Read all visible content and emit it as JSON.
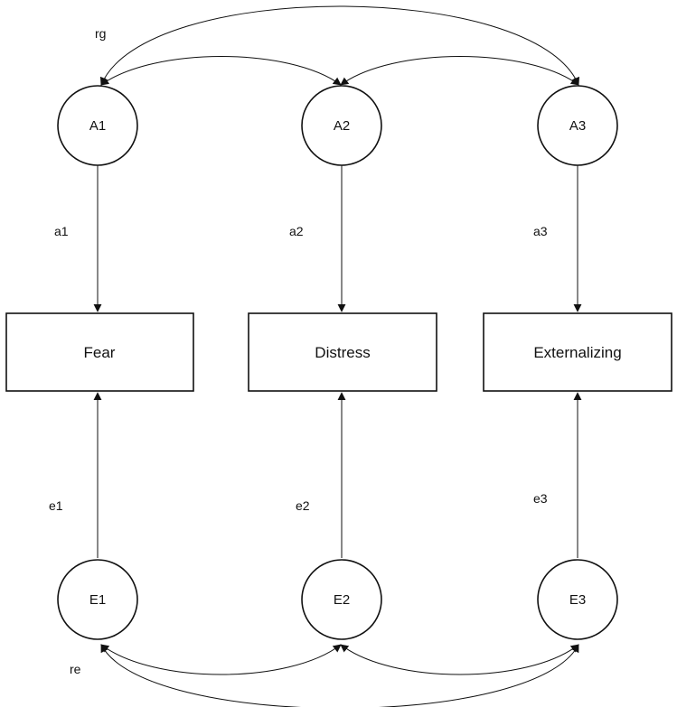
{
  "latent_nodes": [
    {
      "id": "A1",
      "label": "A1"
    },
    {
      "id": "A2",
      "label": "A2"
    },
    {
      "id": "A3",
      "label": "A3"
    }
  ],
  "error_nodes": [
    {
      "id": "E1",
      "label": "E1"
    },
    {
      "id": "E2",
      "label": "E2"
    },
    {
      "id": "E3",
      "label": "E3"
    }
  ],
  "observed_nodes": [
    {
      "id": "fear",
      "label": "Fear"
    },
    {
      "id": "distress",
      "label": "Distress"
    },
    {
      "id": "externalizing",
      "label": "Externalizing"
    }
  ],
  "loading_paths": [
    {
      "from": "A1",
      "to": "fear",
      "label": "a1"
    },
    {
      "from": "A2",
      "to": "distress",
      "label": "a2"
    },
    {
      "from": "A3",
      "to": "externalizing",
      "label": "a3"
    }
  ],
  "error_paths": [
    {
      "from": "E1",
      "to": "fear",
      "label": "e1"
    },
    {
      "from": "E2",
      "to": "distress",
      "label": "e2"
    },
    {
      "from": "E3",
      "to": "externalizing",
      "label": "e3"
    }
  ],
  "correlations": {
    "genetic_label": "rg",
    "error_label": "re"
  },
  "colors": {
    "stroke": "#111111",
    "background": "#ffffff"
  }
}
